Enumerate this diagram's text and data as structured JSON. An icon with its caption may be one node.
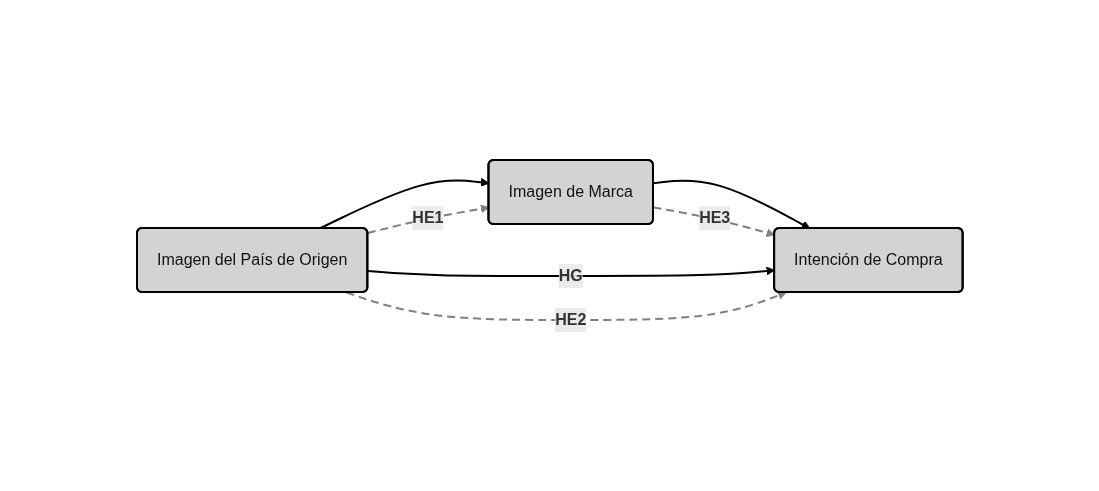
{
  "diagram": {
    "nodes": [
      {
        "text": [
          "Imagen del País de Origen"
        ]
      },
      {
        "text": [
          "Imagen de Marca"
        ]
      },
      {
        "text": [
          "Intención de Compra"
        ]
      }
    ],
    "edges": [
      {
        "from": 0,
        "to": 1,
        "arrow": "to"
      },
      {
        "from": 0,
        "to": 1,
        "arrow": "to",
        "label": "HE1",
        "style": "dashed",
        "color": "#808080"
      },
      {
        "from": 1,
        "to": 2,
        "arrow": "to"
      },
      {
        "from": 1,
        "to": 2,
        "arrow": "to",
        "label": "HE3",
        "style": "dashed",
        "color": "#808080"
      },
      {
        "from": 0,
        "to": 2,
        "arrow": "to",
        "label": "HG"
      },
      {
        "from": 0,
        "to": 2,
        "arrow": "to",
        "label": "HE2",
        "style": "dashed",
        "color": "#808080"
      }
    ]
  }
}
